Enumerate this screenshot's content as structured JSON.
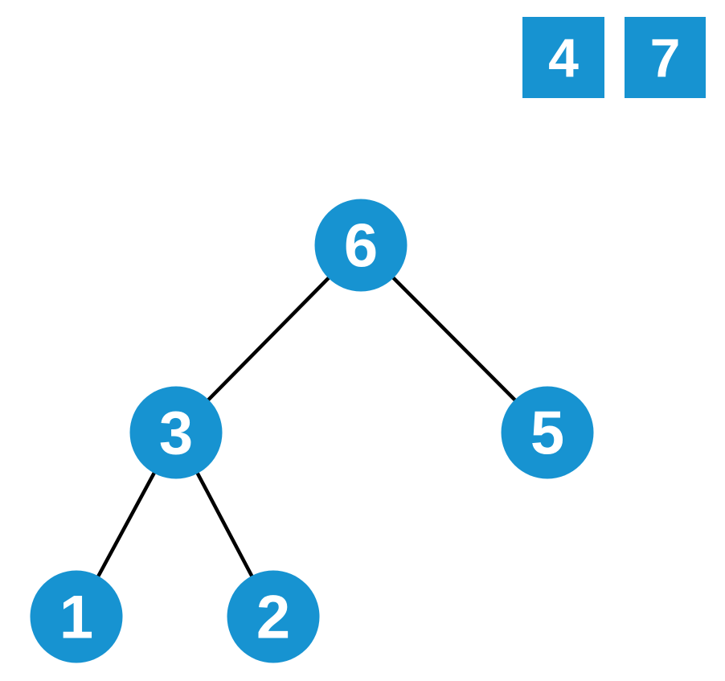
{
  "palette": {
    "node_fill": "#1793d1",
    "edge_stroke": "#000000",
    "label_color": "#ffffff",
    "background": "#ffffff"
  },
  "pending": {
    "items": [
      {
        "label": "4"
      },
      {
        "label": "7"
      }
    ]
  },
  "tree": {
    "type": "binary-tree",
    "nodes": [
      {
        "id": "6",
        "label": "6",
        "parent": null
      },
      {
        "id": "3",
        "label": "3",
        "parent": "6"
      },
      {
        "id": "5",
        "label": "5",
        "parent": "6"
      },
      {
        "id": "1",
        "label": "1",
        "parent": "3"
      },
      {
        "id": "2",
        "label": "2",
        "parent": "3"
      }
    ],
    "edges": [
      {
        "from": "6",
        "to": "3"
      },
      {
        "from": "6",
        "to": "5"
      },
      {
        "from": "3",
        "to": "1"
      },
      {
        "from": "3",
        "to": "2"
      }
    ]
  }
}
